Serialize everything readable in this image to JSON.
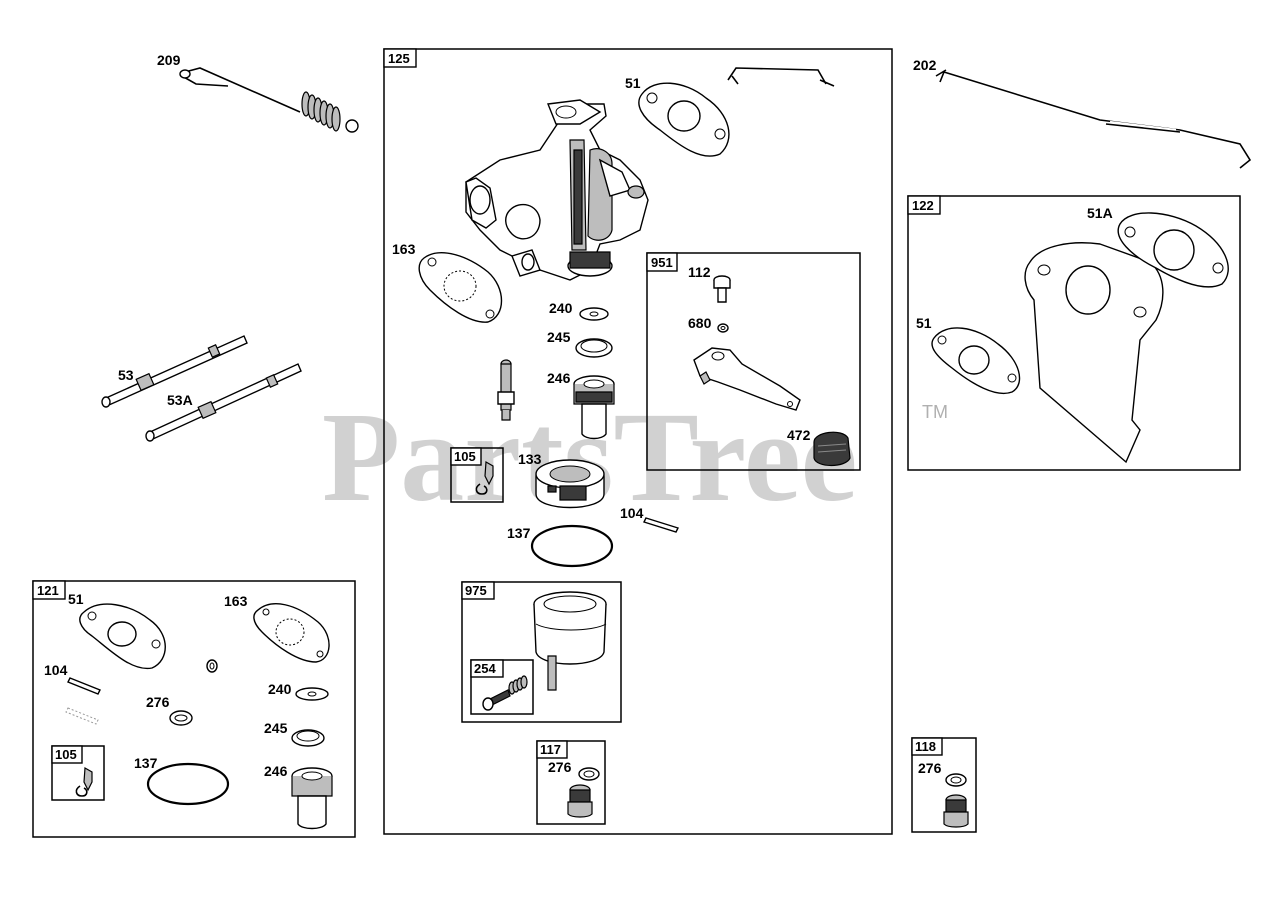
{
  "watermark": {
    "text": "PartsTree",
    "trademark": "TM"
  },
  "boxes": {
    "b125": "125",
    "b951": "951",
    "b122": "122",
    "b121": "121",
    "b105a": "105",
    "b105b": "105",
    "b975": "975",
    "b254": "254",
    "b117": "117",
    "b118": "118"
  },
  "callouts": {
    "c209": "209",
    "c202": "202",
    "c53": "53",
    "c53a": "53A",
    "c51_main": "51",
    "c163_main": "163",
    "c240_main": "240",
    "c245_main": "245",
    "c246_main": "246",
    "c133": "133",
    "c104_main": "104",
    "c137_main": "137",
    "c112": "112",
    "c680": "680",
    "c472": "472",
    "c51a": "51A",
    "c51_kit122": "51",
    "c51_kit121": "51",
    "c163_kit121": "163",
    "c104_kit121": "104",
    "c276_kit121": "276",
    "c240_kit121": "240",
    "c245_kit121": "245",
    "c137_kit121": "137",
    "c246_kit121": "246",
    "c276_kit117": "276",
    "c276_kit118": "276"
  }
}
